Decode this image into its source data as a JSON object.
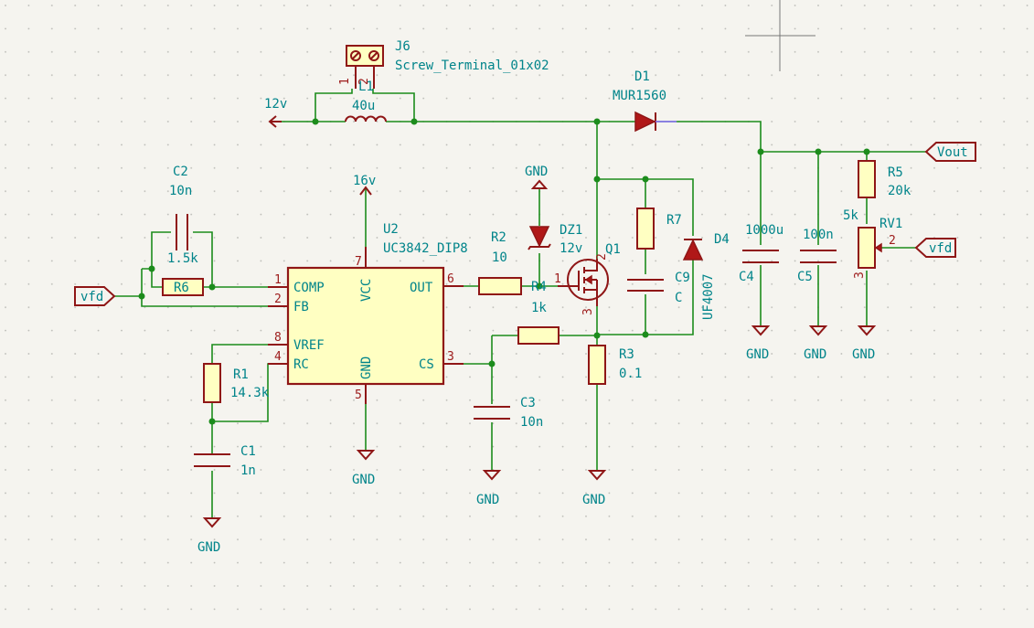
{
  "power": {
    "net_12v": "12v",
    "net_16v": "16v",
    "gnd": "GND"
  },
  "labels": {
    "vfd_left": "vfd",
    "vfd_right": "vfd",
    "vout": "Vout"
  },
  "components": {
    "J6": {
      "ref": "J6",
      "value": "Screw_Terminal_01x02",
      "pin1": "1",
      "pin2": "2"
    },
    "L1": {
      "ref": "L1",
      "value": "40u"
    },
    "D1": {
      "ref": "D1",
      "value": "MUR1560"
    },
    "C2": {
      "ref": "C2",
      "value": "10n"
    },
    "R6": {
      "ref": "R6",
      "value": "1.5k"
    },
    "U2": {
      "ref": "U2",
      "value": "UC3842_DIP8",
      "pins": {
        "comp": {
          "num": "1",
          "name": "COMP"
        },
        "fb": {
          "num": "2",
          "name": "FB"
        },
        "vref": {
          "num": "8",
          "name": "VREF"
        },
        "rc": {
          "num": "4",
          "name": "RC"
        },
        "vcc": {
          "num": "7",
          "name": "VCC"
        },
        "gnd": {
          "num": "5",
          "name": "GND"
        },
        "out": {
          "num": "6",
          "name": "OUT"
        },
        "cs": {
          "num": "3",
          "name": "CS"
        }
      }
    },
    "R2": {
      "ref": "R2",
      "value": "10"
    },
    "R4": {
      "ref": "R4",
      "value": "1k"
    },
    "DZ1": {
      "ref": "DZ1",
      "value": "12v"
    },
    "Q1": {
      "ref": "Q1",
      "pin1": "1",
      "pin2": "2",
      "pin3": "3"
    },
    "R7": {
      "ref": "R7"
    },
    "C9": {
      "ref": "C9",
      "value": "C"
    },
    "D4": {
      "ref": "D4",
      "value": "UF4007"
    },
    "R3": {
      "ref": "R3",
      "value": "0.1"
    },
    "C3": {
      "ref": "C3",
      "value": "10n"
    },
    "R1": {
      "ref": "R1",
      "value": "14.3k"
    },
    "C1": {
      "ref": "C1",
      "value": "1n"
    },
    "C4": {
      "ref": "C4",
      "value": "1000u"
    },
    "C5": {
      "ref": "C5",
      "value": "100n"
    },
    "R5": {
      "ref": "R5",
      "value": "20k"
    },
    "RV1": {
      "ref": "RV1",
      "value": "5k",
      "pin2": "2",
      "pin3": "3"
    }
  },
  "colors": {
    "background": "#f5f4ef",
    "wire": "#1c8c1c",
    "component": "#8f1616",
    "text": "#00848a",
    "body_fill": "#ffffc2"
  }
}
